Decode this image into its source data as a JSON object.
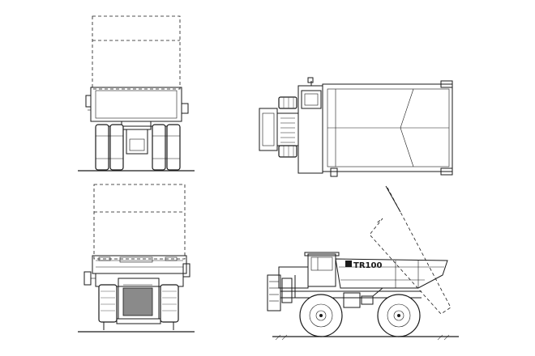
{
  "drawing": {
    "views": [
      "rear",
      "top",
      "front",
      "side"
    ],
    "model_badge": "TR100"
  },
  "colors": {
    "line": "#1a1a1a",
    "background": "#ffffff",
    "fill_gray": "#8a8a8a"
  }
}
